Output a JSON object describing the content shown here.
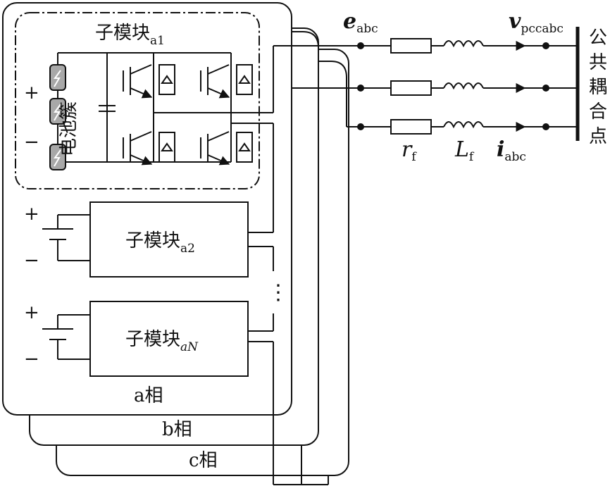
{
  "phases": {
    "a": {
      "label": "a相"
    },
    "b": {
      "label": "b相"
    },
    "c": {
      "label": "c相"
    }
  },
  "submodules": [
    {
      "name": "子模块",
      "sub": "a1",
      "sub_italic": false
    },
    {
      "name": "子模块",
      "sub": "a2",
      "sub_italic": false
    },
    {
      "name": "子模块",
      "sub": "aN",
      "sub_italic": true
    }
  ],
  "battery": {
    "label": "电池簇"
  },
  "signs": {
    "plus": "+",
    "minus": "−"
  },
  "ellipsis": "⋮",
  "grid": {
    "e": {
      "main": "e",
      "sub": "abc"
    },
    "v": {
      "main": "v",
      "sub": "pccabc"
    },
    "r": {
      "main": "r",
      "sub": "f"
    },
    "L": {
      "main": "L",
      "sub": "f"
    },
    "i": {
      "main": "i",
      "sub": "abc"
    },
    "pcc_label": [
      "公",
      "共",
      "耦",
      "合",
      "点"
    ]
  },
  "colors": {
    "line": "#111111",
    "battery_fill": "#a8a8a8",
    "background": "#ffffff"
  }
}
